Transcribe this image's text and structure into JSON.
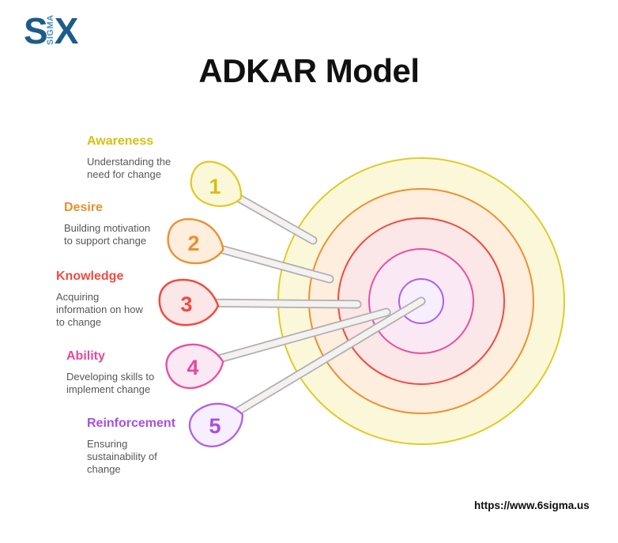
{
  "brand": {
    "part_s": "S",
    "part_sigma": "SIGMA",
    "part_x": "X",
    "dark_blue": "#1d5b8c",
    "light_blue": "#4a90c4"
  },
  "title": "ADKAR Model",
  "steps": [
    {
      "number": "1",
      "label": "Awareness",
      "description": "Understanding the\nneed for change",
      "color": "#d8bf11",
      "shape_stroke": "#e2ca28",
      "shape_fill": "#fbf8d9"
    },
    {
      "number": "2",
      "label": "Desire",
      "description": "Building motivation\nto support change",
      "color": "#ee8e2c",
      "shape_stroke": "#ee8f33",
      "shape_fill": "#fdeedd"
    },
    {
      "number": "3",
      "label": "Knowledge",
      "description": "Acquiring\ninformation on how\nto change",
      "color": "#f04b41",
      "shape_stroke": "#f04b3e",
      "shape_fill": "#fbe7e7"
    },
    {
      "number": "4",
      "label": "Ability",
      "description": "Developing skills to\nimplement change",
      "color": "#e8489c",
      "shape_stroke": "#e8509f",
      "shape_fill": "#fae8f5"
    },
    {
      "number": "5",
      "label": "Reinforcement",
      "description": "Ensuring\nsustainability of\nchange",
      "color": "#a94fe0",
      "shape_stroke": "#ad5feb",
      "shape_fill": "#f7effe"
    }
  ],
  "diagram": {
    "pin_stroke": "#b1afaf",
    "pin_fill": "#f3f2f0"
  },
  "footer": {
    "url": "https://www.6sigma.us"
  }
}
